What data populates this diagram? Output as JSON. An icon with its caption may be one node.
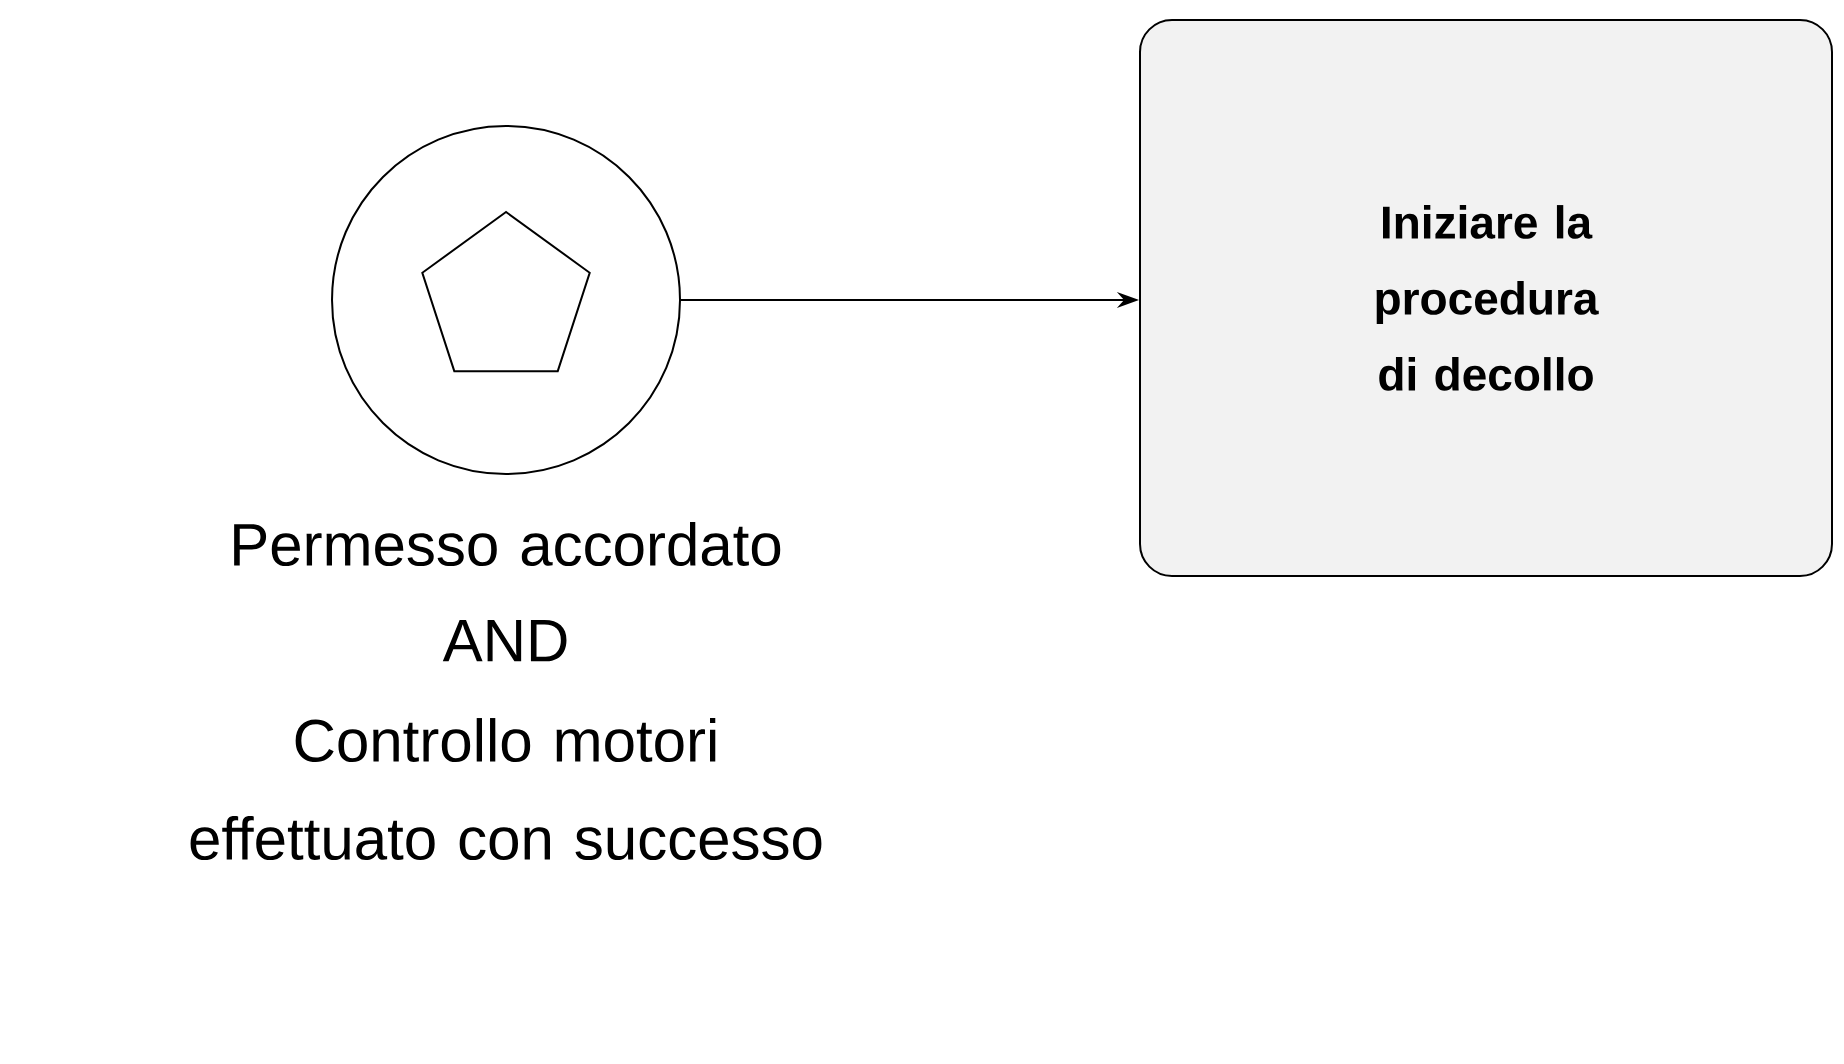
{
  "diagram": {
    "nodes": [
      {
        "text": [],
        "shape": "circle",
        "beside": [
          "Permesso accordato",
          "AND",
          "Controllo motori effettuato con successo"
        ]
      },
      {
        "text": [
          "Iniziare la procedura di decollo"
        ]
      }
    ],
    "edges": [
      {
        "from": 0,
        "to": 1,
        "arrow": "to"
      }
    ]
  }
}
